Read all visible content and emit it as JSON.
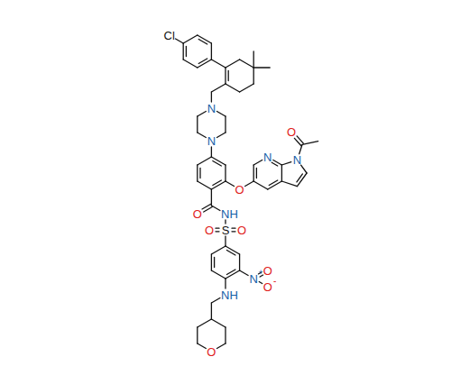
{
  "diagram": {
    "labels": [
      "Cl",
      "N",
      "N",
      "O",
      "N",
      "N",
      "O",
      "O",
      "NH",
      "O",
      "S",
      "O",
      "N",
      "+",
      "O",
      "O",
      "-",
      "NH",
      "O"
    ]
  }
}
